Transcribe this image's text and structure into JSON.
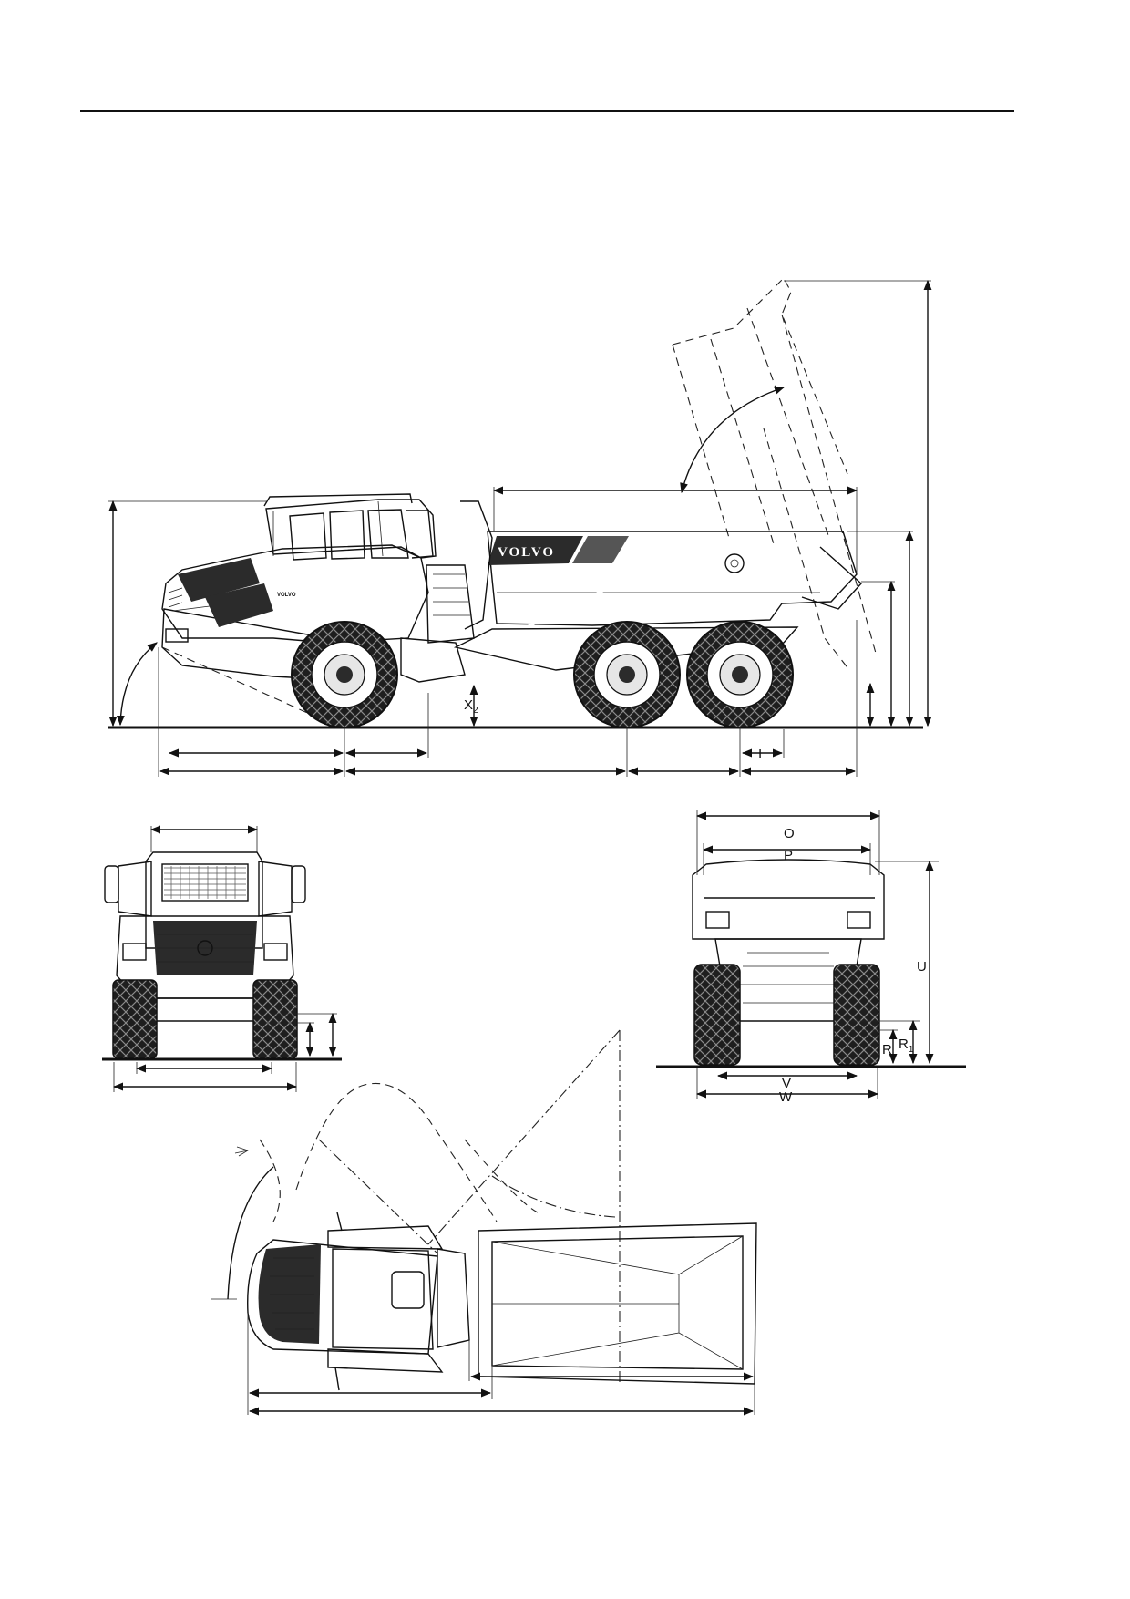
{
  "brand": {
    "body_logo": "VOLVO",
    "hood_logo": "VOLVO"
  },
  "dimension_labels": {
    "side_view": {
      "x2": "X",
      "x2_sub": "2",
      "i": "I"
    },
    "rear_view": {
      "o": "O",
      "p": "P",
      "u": "U",
      "r": "R",
      "r1": "R",
      "r1_sub": "1",
      "v": "V",
      "w": "W"
    }
  },
  "colors": {
    "line": "#111111",
    "fill_dark": "#2b2b2b",
    "fill_mid": "#8a8a8a",
    "fill_light": "#e6e6e6"
  }
}
